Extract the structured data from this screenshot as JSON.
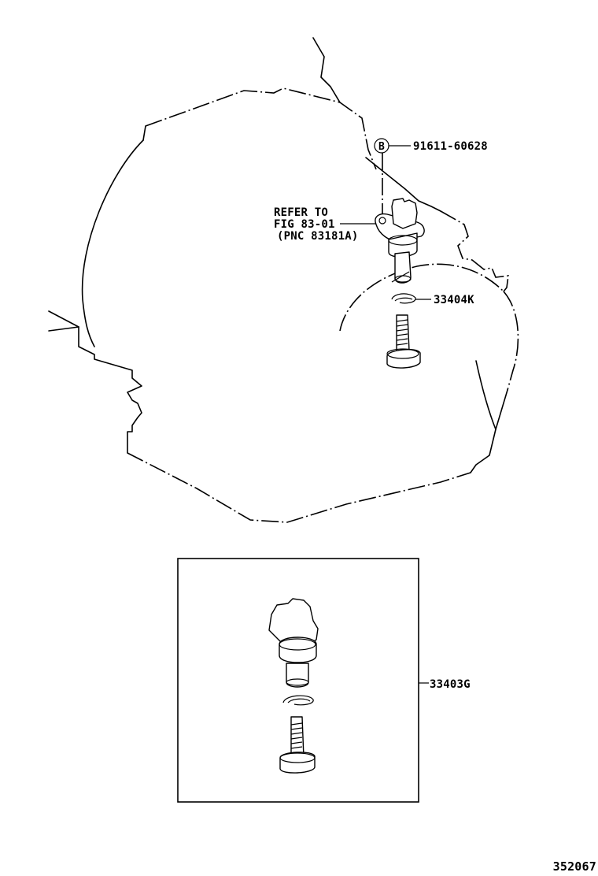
{
  "callouts": {
    "bolt_symbol": "B",
    "bolt_part_no": "91611-60628",
    "refer_line1": "REFER TO",
    "refer_line2": "FIG 83-01",
    "refer_line3": "(PNC 83181A)",
    "oring_part_no": "33404K",
    "kit_part_no": "33403G"
  },
  "footer": {
    "diagram_id": "352067"
  },
  "icons": [
    "transmission-housing-outline",
    "speed-sensor-icon",
    "o-ring-icon",
    "driven-gear-icon",
    "bolt-circle-icon"
  ]
}
